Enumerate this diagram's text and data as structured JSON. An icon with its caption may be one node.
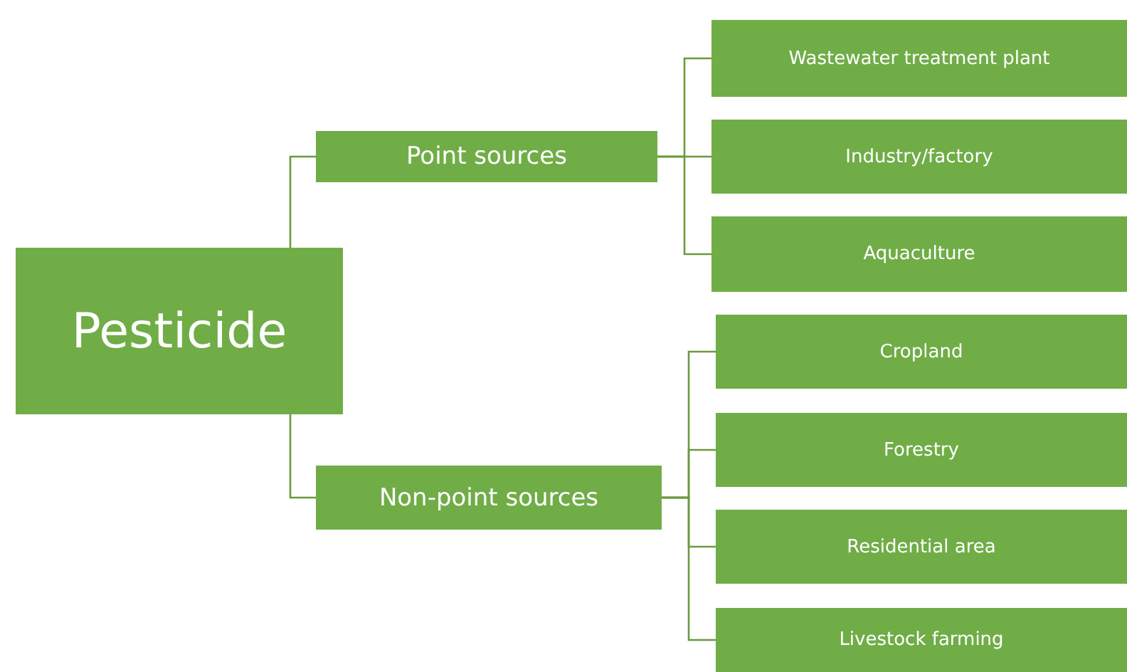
{
  "diagram": {
    "nodes": [
      {
        "text": [
          "Pesticide"
        ]
      },
      {
        "text": [
          "Point sources"
        ]
      },
      {
        "text": [
          "Non-point sources"
        ]
      },
      {
        "text": [
          "Wastewater treatment plant"
        ]
      },
      {
        "text": [
          "Industry/factory"
        ]
      },
      {
        "text": [
          "Aquaculture"
        ]
      },
      {
        "text": [
          "Cropland"
        ]
      },
      {
        "text": [
          "Forestry"
        ]
      },
      {
        "text": [
          "Residential area"
        ]
      },
      {
        "text": [
          "Livestock farming"
        ]
      }
    ],
    "edges": [
      {
        "from": 0,
        "to": 1,
        "arrow": "none"
      },
      {
        "from": 0,
        "to": 2,
        "arrow": "none"
      },
      {
        "from": 1,
        "to": 3,
        "arrow": "none"
      },
      {
        "from": 1,
        "to": 4,
        "arrow": "none"
      },
      {
        "from": 1,
        "to": 5,
        "arrow": "none"
      },
      {
        "from": 2,
        "to": 6,
        "arrow": "none"
      },
      {
        "from": 2,
        "to": 7,
        "arrow": "none"
      },
      {
        "from": 2,
        "to": 8,
        "arrow": "none"
      },
      {
        "from": 2,
        "to": 9,
        "arrow": "none"
      }
    ]
  }
}
